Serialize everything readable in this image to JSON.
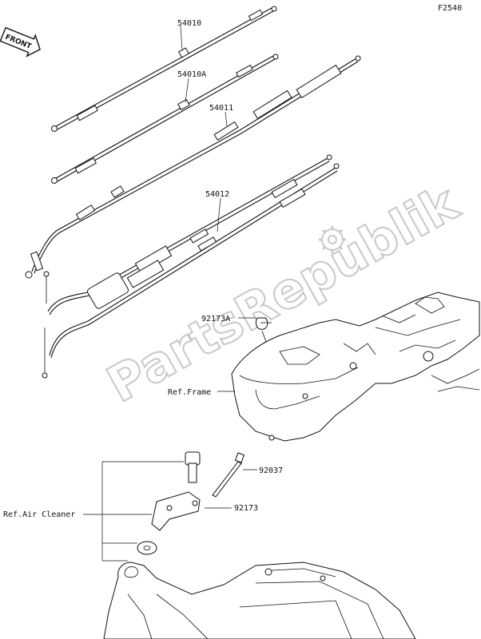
{
  "figure_code": "F2540",
  "front_label": "FRONT",
  "watermark": "PartsRepublik",
  "parts": {
    "p54010": "54010",
    "p54010a": "54010A",
    "p54011": "54011",
    "p54012": "54012",
    "p92173a": "92173A",
    "p92037": "92037",
    "p92173": "92173"
  },
  "refs": {
    "frame": "Ref.Frame",
    "air_cleaner": "Ref.Air Cleaner"
  }
}
